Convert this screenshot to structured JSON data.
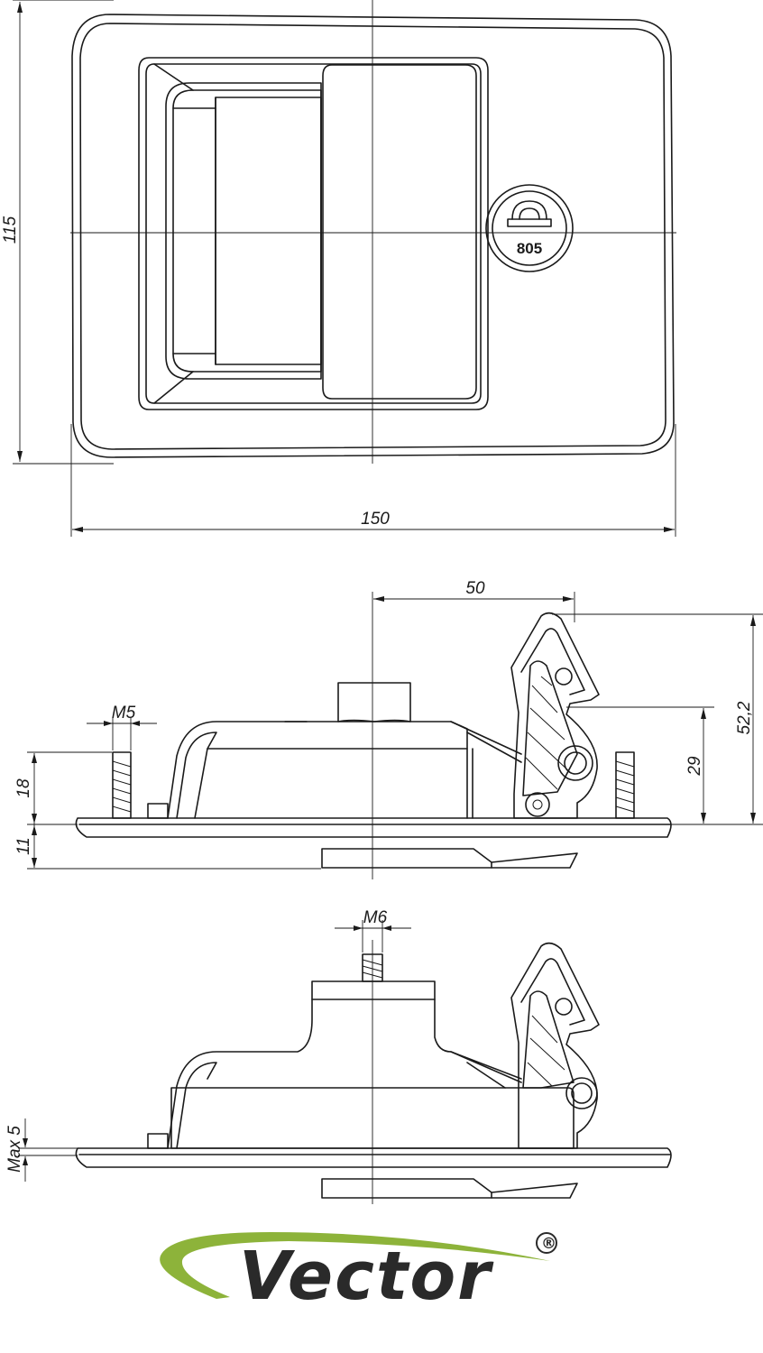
{
  "dimensions": {
    "height_top": "115",
    "width_top": "150",
    "offset_50": "50",
    "height_52": "52,2",
    "height_29": "29",
    "bolt_m5": "M5",
    "height_18": "18",
    "height_11": "11",
    "bolt_m6": "M6",
    "max_5": "Max 5"
  },
  "lock_cylinder": {
    "code": "805"
  },
  "brand": {
    "name": "Vector",
    "registered_mark": "®",
    "swoosh_color": "#8db33a"
  }
}
